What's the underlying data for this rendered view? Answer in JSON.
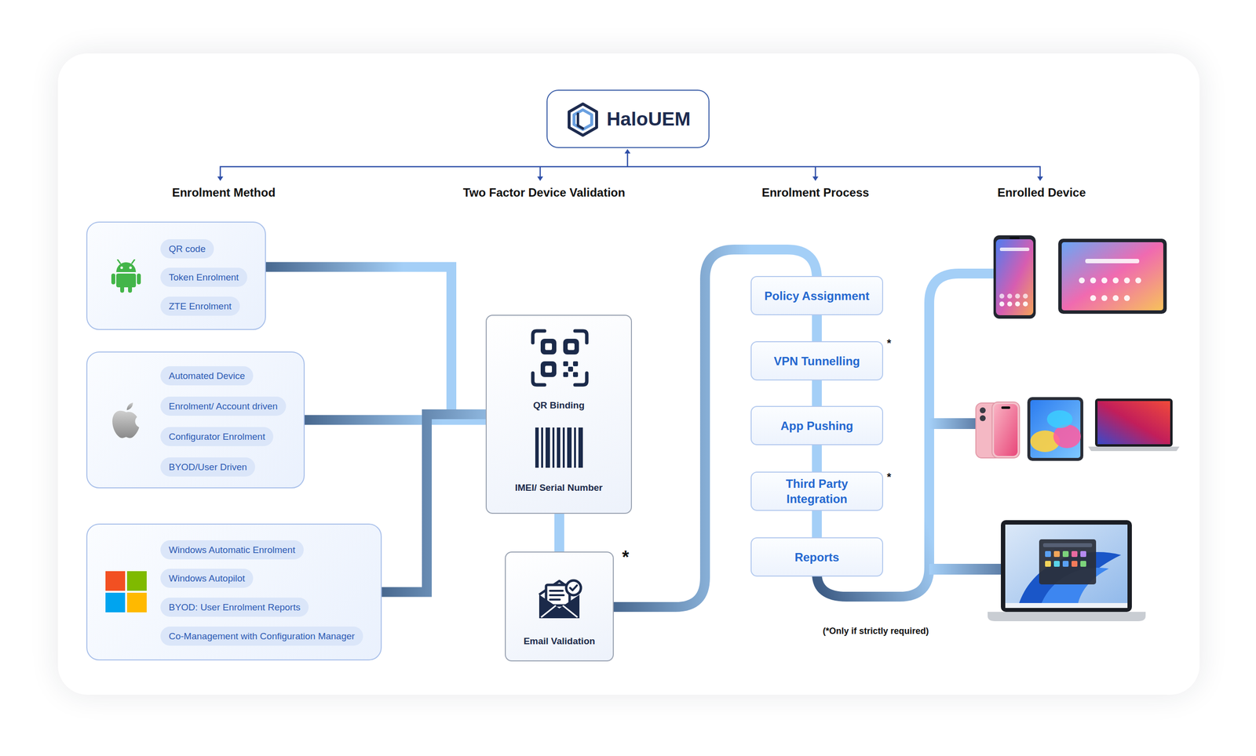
{
  "diagram": {
    "nodes": [
      {
        "text": [
          "HaloUEM"
        ]
      },
      {
        "text": []
      },
      {
        "text": [
          "QR code"
        ],
        "in": 1
      },
      {
        "text": [
          "Token Enrolment"
        ],
        "in": 1
      },
      {
        "text": [
          "ZTE Enrolment"
        ],
        "in": 1
      },
      {
        "text": []
      },
      {
        "text": [
          "Automated Device"
        ],
        "in": 5
      },
      {
        "text": [
          "Enrolment/ Account driven"
        ],
        "in": 5
      },
      {
        "text": [
          "Configurator Enrolment"
        ],
        "in": 5
      },
      {
        "text": [
          "BYOD/User Driven"
        ],
        "in": 5
      },
      {
        "text": []
      },
      {
        "text": [
          "Windows Automatic Enrolment"
        ],
        "in": 10
      },
      {
        "text": [
          "Windows Autopilot"
        ],
        "in": 10
      },
      {
        "text": [
          "BYOD: User Enrolment Reports"
        ],
        "in": 10
      },
      {
        "text": [
          "Co-Management with Configuration Manager"
        ],
        "in": 10
      },
      {
        "text": [
          "QR Binding",
          "IMEI/ Serial Number"
        ]
      },
      {
        "text": [
          "Email Validation"
        ]
      },
      {
        "text": [
          "Policy Assignment"
        ]
      },
      {
        "text": [
          "VPN Tunnelling"
        ]
      },
      {
        "text": [
          "App Pushing"
        ]
      },
      {
        "text": [
          "Third Party Integration"
        ]
      },
      {
        "text": [
          "Reports"
        ]
      }
    ],
    "edges": [
      {
        "from": 1,
        "to": 15,
        "arrow": "none"
      },
      {
        "from": 5,
        "to": 15,
        "arrow": "none"
      },
      {
        "from": 10,
        "to": 15,
        "arrow": "none"
      },
      {
        "from": 15,
        "to": 16,
        "arrow": "none"
      },
      {
        "from": 16,
        "to": 17,
        "arrow": "none"
      },
      {
        "from": 17,
        "to": 18,
        "arrow": "none"
      },
      {
        "from": 18,
        "to": 19,
        "arrow": "none"
      },
      {
        "from": 19,
        "to": 20,
        "arrow": "none"
      },
      {
        "from": 20,
        "to": 21,
        "arrow": "none"
      }
    ],
    "labels": [
      "Enrolment Method",
      "Two Factor Device Validation",
      "Enrolment Process",
      "Enrolled Device",
      "*",
      "*",
      "*",
      "(*Only if strictly required)"
    ]
  }
}
